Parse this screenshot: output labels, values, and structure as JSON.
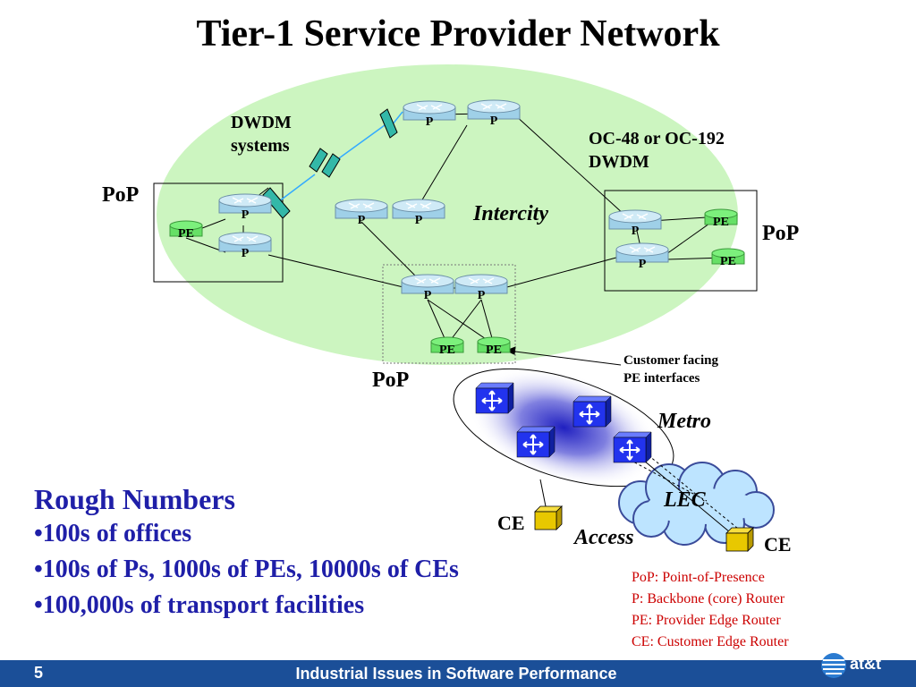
{
  "title": "Tier-1 Service Provider Network",
  "labels": {
    "dwdm_systems_1": "DWDM",
    "dwdm_systems_2": "systems",
    "oc_line1": "OC-48 or OC-192",
    "oc_line2": "DWDM",
    "pop_left": "PoP",
    "pop_right": "PoP",
    "pop_bottom": "PoP",
    "intercity": "Intercity",
    "customer_facing_1": "Customer facing",
    "customer_facing_2": "PE interfaces",
    "metro": "Metro",
    "lec": "LEC",
    "access": "Access",
    "ce_left": "CE",
    "ce_right": "CE"
  },
  "router_labels": {
    "p": "P",
    "pe": "PE"
  },
  "rough_numbers": {
    "heading": "Rough Numbers",
    "bullets": [
      "•100s of offices",
      "•100s of Ps, 1000s of PEs, 10000s of CEs",
      "•100,000s of transport facilities"
    ]
  },
  "legend": [
    "PoP: Point-of-Presence",
    "P: Backbone (core) Router",
    "PE: Provider Edge Router",
    "CE: Customer Edge Router"
  ],
  "footer": {
    "page_number": "5",
    "text": "Industrial Issues in Software Performance",
    "logo_text": "at&t"
  },
  "colors": {
    "backbone_ellipse": "#ccf5c0",
    "router_body": "#9fd0e8",
    "pe_body": "#66e066",
    "switch": "#2233ee",
    "ce_box": "#e8c800",
    "rough_numbers": "#1f1fa8",
    "legend": "#cc0000",
    "footer_bar": "#1b4f98"
  }
}
